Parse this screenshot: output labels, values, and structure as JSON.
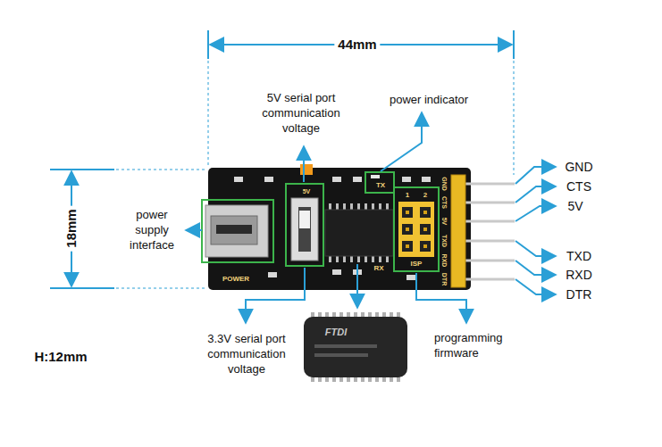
{
  "diagram": {
    "labels": [
      "44mm",
      "5V serial port communication voltage",
      "power indicator",
      "18mm",
      "power supply interface",
      "GND",
      "CTS",
      "5V",
      "TXD",
      "RXD",
      "DTR",
      "3.3V serial port communication voltage",
      "programming firmware",
      "H:12mm",
      "TX",
      "5V",
      "1",
      "2",
      "ISP",
      "RX",
      "POWER",
      "GND",
      "CTS",
      "5V",
      "TXD",
      "RXD",
      "DTR",
      "FTDI"
    ]
  }
}
